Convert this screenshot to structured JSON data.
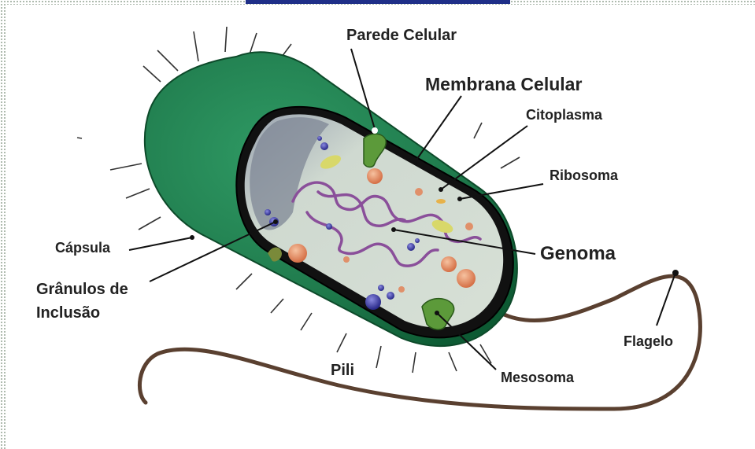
{
  "colors": {
    "capsule_green": "#1f7a4c",
    "capsule_dark": "#0d5a33",
    "cytoplasm": "#cfd9d0",
    "genome": "#8a4f9a",
    "ribosome": "#e0906a",
    "granule": "#3a3aa8",
    "mesosome": "#5c9a3a",
    "flagellum": "#5a4030",
    "title_bar": "#1f2f88"
  },
  "labels": {
    "parede_celular": "Parede Celular",
    "membrana_celular": "Membrana Celular",
    "citoplasma": "Citoplasma",
    "ribosoma": "Ribosoma",
    "genoma": "Genoma",
    "capsula": "Cápsula",
    "granulos_line1": "Grânulos de",
    "granulos_line2": "Inclusão",
    "pili": "Pili",
    "mesosoma": "Mesosoma",
    "flagelo": "Flagelo"
  }
}
